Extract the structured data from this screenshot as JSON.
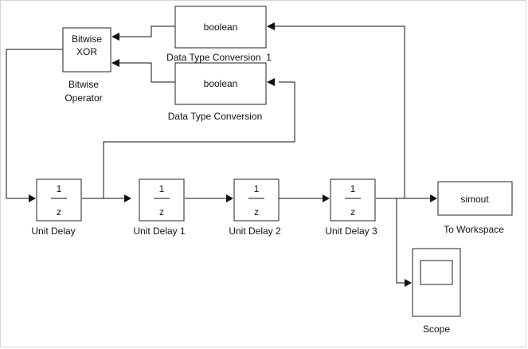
{
  "blocks": {
    "bitwise": {
      "line1": "Bitwise",
      "line2": "XOR",
      "caption1": "Bitwise",
      "caption2": "Operator"
    },
    "dtc1": {
      "text": "boolean",
      "caption": "Data Type Conversion  1"
    },
    "dtc0": {
      "text": "boolean",
      "caption": "Data Type Conversion"
    },
    "ud0": {
      "num": "1",
      "den": "z",
      "caption": "Unit Delay"
    },
    "ud1": {
      "num": "1",
      "den": "z",
      "caption": "Unit Delay 1"
    },
    "ud2": {
      "num": "1",
      "den": "z",
      "caption": "Unit Delay 2"
    },
    "ud3": {
      "num": "1",
      "den": "z",
      "caption": "Unit Delay 3"
    },
    "tows": {
      "text": "simout",
      "caption": "To Workspace"
    },
    "scope": {
      "caption": "Scope"
    }
  }
}
